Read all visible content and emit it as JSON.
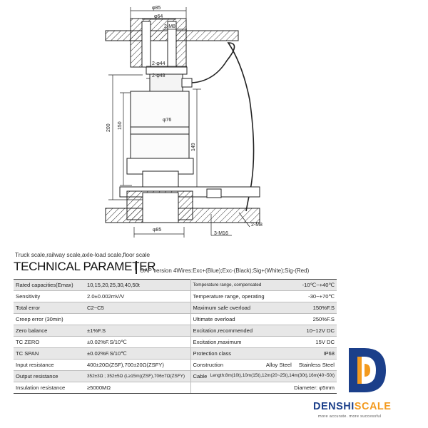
{
  "drawing": {
    "dims": {
      "phi85_top": "φ85",
      "phi64": "φ64",
      "m8_top": "2-M8",
      "phi44": "2-φ44",
      "phi48": "2-φ48",
      "phi76": "φ76",
      "h200": "200",
      "h150": "150",
      "h149": "149",
      "phi85_bottom": "φ85",
      "m16": "3-M16",
      "m8_right": "2-M8"
    }
  },
  "header": {
    "subtitle": "Truck scale,railway scale,axle-load scale,floor scale",
    "title": "TECHNICAL PARAMETER",
    "note": "OAP version 4Wires:Exc+(Blue);Exc-(Black);Sig+(White);Sig-(Red)"
  },
  "specs": {
    "rows": [
      {
        "l_label": "Rated capacities(Emax)",
        "l_value": "10,15,20,25,30,40,50t",
        "r_label": "Temperature range, compensated",
        "r_value": "-10℃~+40℃"
      },
      {
        "l_label": "Sensitivity",
        "l_value": "2.0±0.002mV/V",
        "r_label": "Temperature range, operating",
        "r_value": "-30~+70℃"
      },
      {
        "l_label": "Total error",
        "l_value": "C2~C5",
        "r_label": "Maximum safe overload",
        "r_value": "150%F.S"
      },
      {
        "l_label": "Creep error  (30min)",
        "l_value": "",
        "r_label": "Ultimate overload",
        "r_value": "250%F.S"
      },
      {
        "l_label": "Zero balance",
        "l_value": "±1%F.S",
        "r_label": "Excitation,recommended",
        "r_value": "10~12V DC"
      },
      {
        "l_label": "TC ZERO",
        "l_value": "±0.02%F.S/10℃",
        "r_label": "Excitation,maximum",
        "r_value": "15V DC"
      },
      {
        "l_label": "TC SPAN",
        "l_value": "±0.02%F.S/10℃",
        "r_label": "Protection class",
        "r_value": "IP68"
      },
      {
        "l_label": "Input resistance",
        "l_value": "400±20Ω(ZSF),700±20Ω(ZSFY)",
        "r_label": "Construction",
        "r_value": "",
        "r_value_a": "Alloy Steel",
        "r_value_b": "Stainless Steel"
      },
      {
        "l_label": "Output resistance",
        "l_value": "352±3Ω ; 352±5Ω  (L≥15m)(ZSF),706±7Ω(ZSFY)",
        "r_label": "Cable",
        "r_value": "Length:8m(10t),10m(15t),12m(20~25t),14m(30t),16m(40~50t)"
      },
      {
        "l_label": "Insulation resistance",
        "l_value": "≥5000MΩ",
        "r_label": "",
        "r_value": "Diameter: φ5mm"
      }
    ]
  },
  "brand": {
    "name_part1": "DENSHI",
    "name_part2": "SCALE",
    "tagline": "more accurate. more successful",
    "colors": {
      "blue": "#1b3f8a",
      "orange": "#f39a1e"
    }
  }
}
